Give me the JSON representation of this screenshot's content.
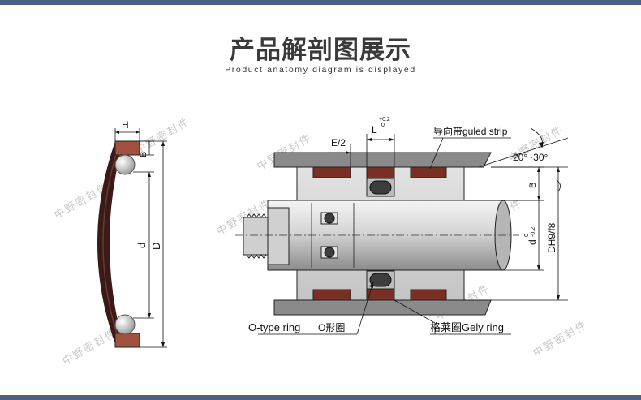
{
  "page": {
    "title": "产品解剖图展示",
    "subtitle": "Product anatomy diagram is displayed"
  },
  "colors": {
    "bar": "#4a5e86",
    "seal_brown": "#7a2f24",
    "ring_brown": "#a0523e",
    "metal": "#c9c9c9"
  },
  "left_ring": {
    "H": "H",
    "B": "B",
    "d": "d",
    "D": "D"
  },
  "main": {
    "E_half": "E/2",
    "L": "L",
    "L_tol_up": "+0.2",
    "L_tol_low": "0",
    "guide_strip": "导向带guled strip",
    "angle": "20°~30°",
    "B": "B",
    "d_rod": "d",
    "d_tol_up": "0",
    "d_tol_low": "-0.2",
    "bore": "DH9/f8",
    "o_ring": "O-type ring",
    "o_ring_cn": "O形圈",
    "gely_ring": "格莱圈Gely ring"
  },
  "watermark": "中野密封件"
}
